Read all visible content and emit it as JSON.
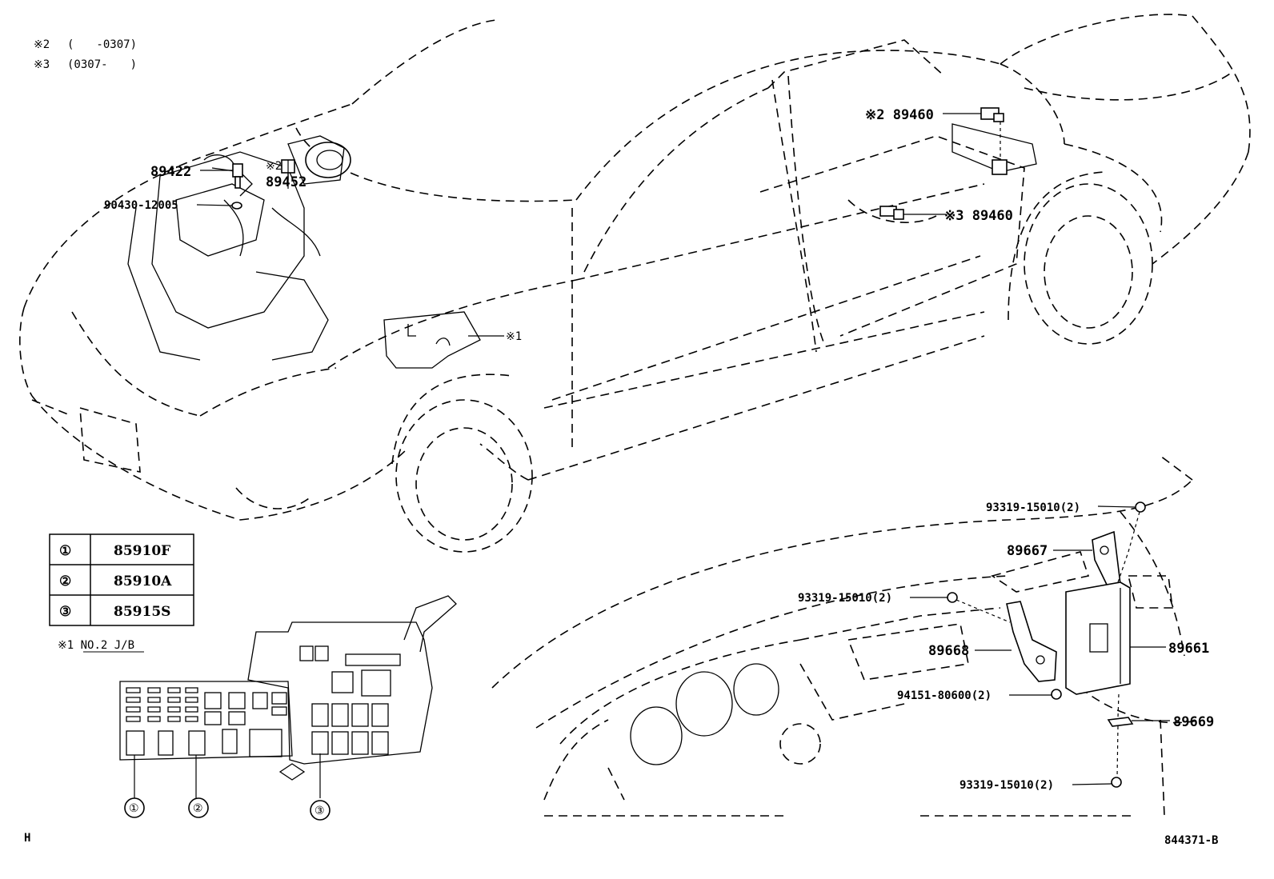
{
  "notes": {
    "n2_mark": "※2",
    "n2_range": "(　　-0307)",
    "n3_mark": "※3",
    "n3_range": "(0307-　　)",
    "n1_label": "※1 NO.2 J/B"
  },
  "callouts": {
    "c89422": "89422",
    "c90430": "90430-12005",
    "c89452_mark": "※2",
    "c89452": "89452",
    "c89460_a": "※2 89460",
    "c89460_b": "※3 89460",
    "c_jb": "※1",
    "c93319_top": "93319-15010(2)",
    "c89667": "89667",
    "c93319_mid": "93319-15010(2)",
    "c89668": "89668",
    "c89661": "89661",
    "c94151": "94151-80600(2)",
    "c89669": "89669",
    "c93319_bot": "93319-15010(2)"
  },
  "table": {
    "rows": [
      {
        "key": "①",
        "part": "85910F"
      },
      {
        "key": "②",
        "part": "85910A"
      },
      {
        "key": "③",
        "part": "85915S"
      }
    ]
  },
  "jb_labels": {
    "l1": "①",
    "l2": "②",
    "l3": "③"
  },
  "footer": {
    "left": "H",
    "right": "844371-B"
  }
}
